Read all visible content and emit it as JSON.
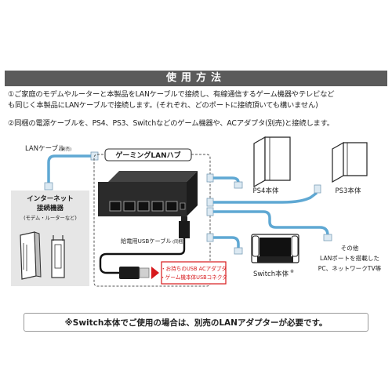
{
  "title": "使用方法",
  "steps": [
    "①ご家庭のモデムやルーターと本製品をLANケーブルで接続し、有線通信するゲーム機器やテレビなど",
    "も同じく本製品にLANケーブルで接続します。(それぞれ、どのポートに接続頂いても構いません)",
    "②同梱の電源ケーブルを、PS4、PS3、Switchなどのゲーム機器や、ACアダプタ(別売)と接続します。"
  ],
  "labels": {
    "lan_cable": "LANケーブル",
    "lan_cable_note": "(別売)",
    "hub_title": "ゲーミングLANハブ",
    "router_1": "インターネット",
    "router_2": "接続機器",
    "router_3": "(モデム・ルーターなど)",
    "usb_cable": "給電用USBケーブル",
    "usb_cable_note": "(同梱)",
    "power_src_1": "・お持ちのUSB ACアダプタ",
    "power_src_2": "・ゲーム機本体USBコネクタ",
    "ps4": "PS4本体",
    "ps3": "PS3本体",
    "switch": "Switch本体",
    "switch_mark": "※",
    "other_1": "その他",
    "other_2": "LANポートを搭載した",
    "other_3": "PC、ネットワークTV等"
  },
  "notice": "※Switch本体でご使用の場合は、別売のLANアダプターが必要です。",
  "colors": {
    "header_bg": "#5b5b5b",
    "cable": "#5fa8d3",
    "arrow_red": "#d7191c",
    "device_dark": "#2b2b2b"
  }
}
